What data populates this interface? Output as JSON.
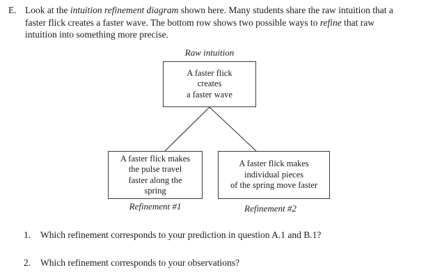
{
  "intro": {
    "marker": "E.",
    "line1_a": "Look at the ",
    "line1_italic": "intuition refinement diagram",
    "line1_b": " shown here. Many students share the raw intuition that a",
    "line2_a": "faster flick creates a faster wave. The bottom row shows two possible ways to ",
    "line2_italic": "refine",
    "line2_b": " that raw",
    "line3": "intuition into something more precise."
  },
  "diagram": {
    "top_node": {
      "caption": "Raw intuition",
      "line1": "A faster flick",
      "line2": "creates",
      "line3": "a faster wave"
    },
    "left_node": {
      "caption": "Refinement #1",
      "line1": "A faster flick makes",
      "line2": "the pulse travel",
      "line3": "faster along the",
      "line4": "spring"
    },
    "right_node": {
      "caption": "Refinement #2",
      "line1": "A faster flick makes",
      "line2": "individual pieces",
      "line3": "of the spring move faster"
    },
    "line_color": "#3a3a3a",
    "border_color": "#3a3a3a"
  },
  "questions": [
    {
      "marker": "1.",
      "text": "Which refinement corresponds to your prediction in question A.1 and B.1?"
    },
    {
      "marker": "2.",
      "text": "Which refinement corresponds to your observations?"
    }
  ]
}
